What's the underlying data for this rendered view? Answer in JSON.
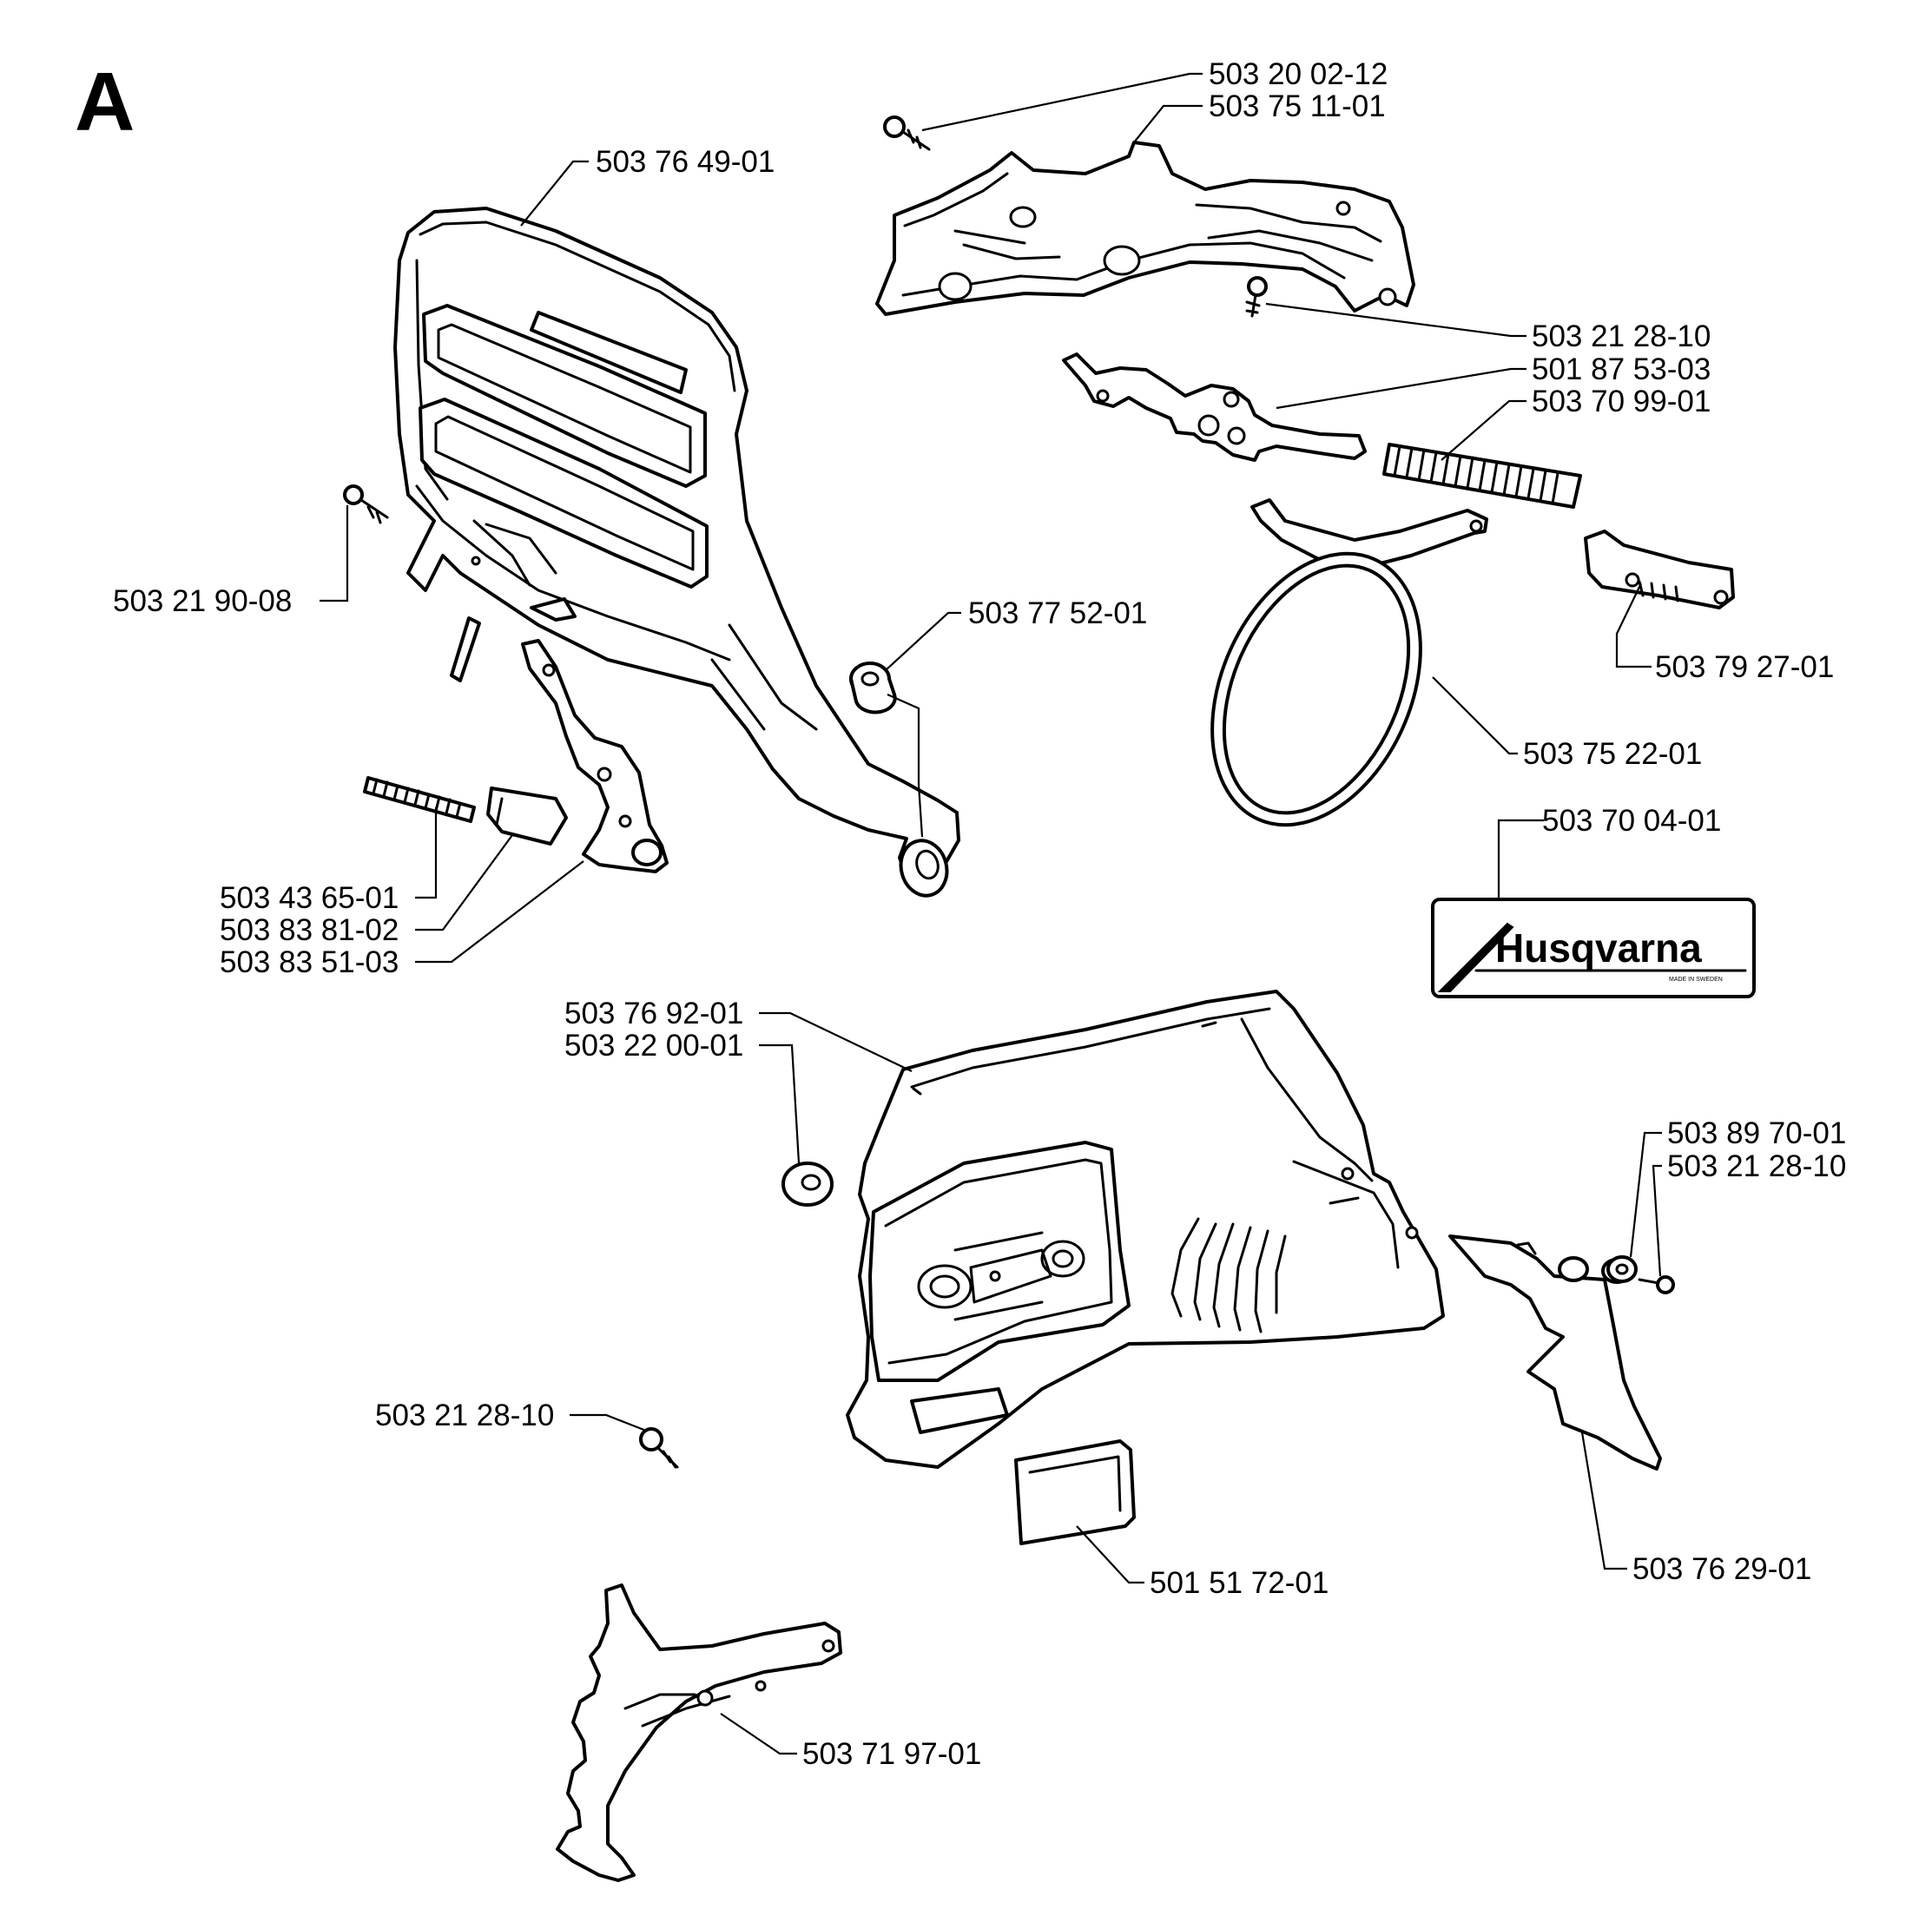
{
  "section_letter": "A",
  "decal": {
    "brand": "Husqvarna",
    "subtext": "MADE IN SWEDEN"
  },
  "part_labels": [
    "503 20 02-12",
    "503 75 11-01",
    "503 76 49-01",
    "503 21 28-10",
    "501 87 53-03",
    "503 70 99-01",
    "503 21 90-08",
    "503 77 52-01",
    "503 79 27-01",
    "503 75 22-01",
    "503 70 04-01",
    "503 43 65-01",
    "503 83 81-02",
    "503 83 51-03",
    "503 76 92-01",
    "503 22 00-01",
    "503 89 70-01",
    "503 21 28-10",
    "503 21 28-10",
    "501 51 72-01",
    "503 76 29-01",
    "503 71 97-01"
  ]
}
